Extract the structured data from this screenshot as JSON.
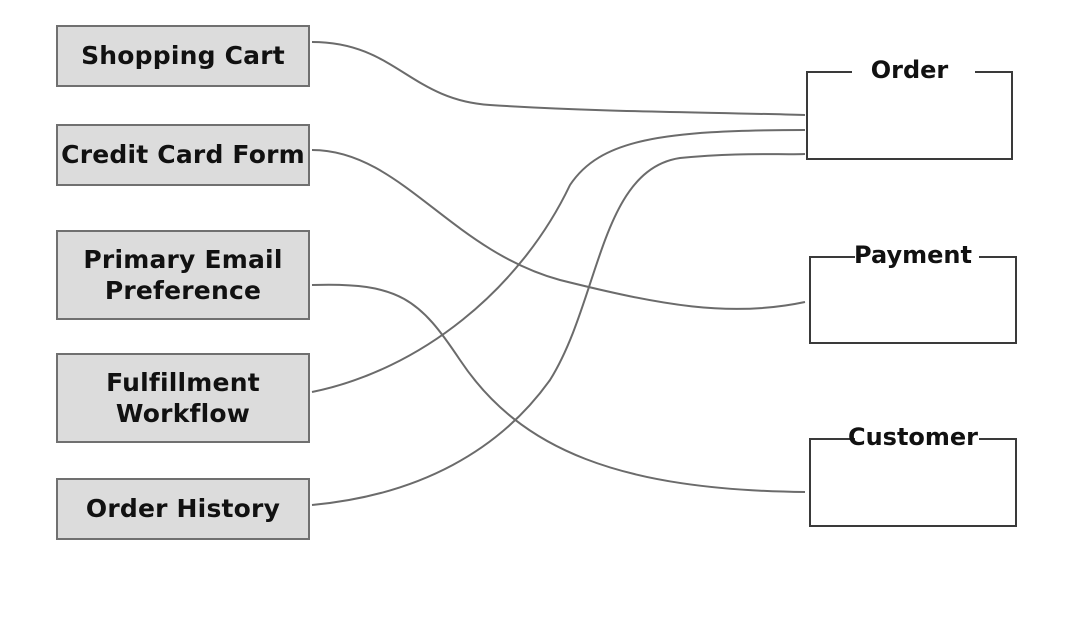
{
  "sources": [
    {
      "id": "shopping-cart",
      "label": "Shopping Cart"
    },
    {
      "id": "credit-card-form",
      "label": "Credit Card Form"
    },
    {
      "id": "primary-email-preference",
      "label": "Primary Email\nPreference"
    },
    {
      "id": "fulfillment-workflow",
      "label": "Fulfillment\nWorkflow"
    },
    {
      "id": "order-history",
      "label": "Order History"
    }
  ],
  "targets": [
    {
      "id": "order",
      "label": "Order"
    },
    {
      "id": "payment",
      "label": "Payment"
    },
    {
      "id": "customer",
      "label": "Customer"
    }
  ],
  "connections": [
    {
      "from": "shopping-cart",
      "to": "order"
    },
    {
      "from": "credit-card-form",
      "to": "payment"
    },
    {
      "from": "primary-email-preference",
      "to": "customer"
    },
    {
      "from": "fulfillment-workflow",
      "to": "order"
    },
    {
      "from": "order-history",
      "to": "order"
    }
  ],
  "colors": {
    "source_fill": "#dcdcdc",
    "source_border": "#707070",
    "target_border": "#3a3a3a",
    "connector": "#6b6b6b"
  }
}
